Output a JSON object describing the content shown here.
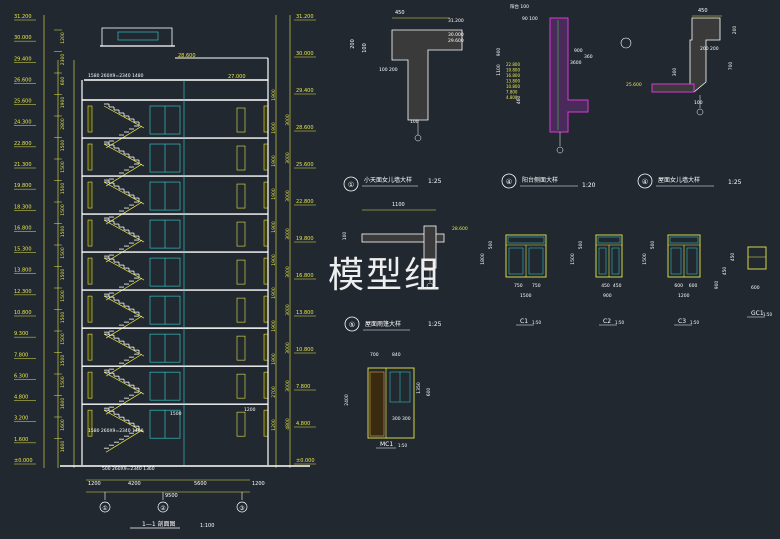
{
  "watermark": "模型组",
  "section": {
    "title": "1—1 剖面图",
    "scale": "1:100",
    "axes": [
      "①",
      "②",
      "③"
    ],
    "bottom_dims": [
      "1200",
      "4200",
      "5600",
      "1200"
    ],
    "bottom_total": "9500",
    "bottom_stair": "500 260X9=2340 1360",
    "stair_top_note": "1580 260X9=2340 1480",
    "stair_low_note": "1580 260X9=2340 1480",
    "left_elevations": [
      "31.200",
      "30.000",
      "29.400",
      "26.600",
      "25.600",
      "24.300",
      "22.800",
      "21.300",
      "19.800",
      "18.300",
      "16.800",
      "15.300",
      "13.800",
      "12.300",
      "10.800",
      "9.300",
      "7.800",
      "6.300",
      "4.800",
      "3.200",
      "1.600",
      "±0.000"
    ],
    "right_elevations": [
      "31.200",
      "30.000",
      "29.400",
      "28.600",
      "25.600",
      "22.800",
      "19.800",
      "16.800",
      "13.800",
      "10.800",
      "7.800",
      "4.800",
      "±0.000"
    ],
    "left_dims": [
      "1200",
      "2300",
      "600",
      "1900",
      "2800",
      "1500",
      "1500",
      "1500",
      "1500",
      "1500",
      "1500",
      "1500",
      "1500",
      "1500",
      "1500",
      "1500",
      "1500",
      "1600",
      "1600",
      "1600"
    ],
    "right_dims": [
      "1900",
      "1900",
      "1900",
      "1900",
      "1900",
      "1900",
      "1900",
      "1900",
      "1900",
      "2700",
      "1200"
    ],
    "right_floor_dims": [
      "3000",
      "3000",
      "3000",
      "3000",
      "3000",
      "3000",
      "3000",
      "3000",
      "4800"
    ],
    "annotations": [
      "28.600",
      "27.000",
      "1500",
      "1200"
    ]
  },
  "details": [
    {
      "num": "①",
      "title": "小天面女儿墙大样",
      "scale": "1:25",
      "dims": [
        "450",
        "200",
        "100",
        "31.200",
        "30.000",
        "29.600",
        "100 200",
        "100"
      ]
    },
    {
      "num": "④",
      "title": "阳台侧面大样",
      "scale": "1:20",
      "dims": [
        "阳台",
        "100",
        "90 100",
        "900",
        "1100",
        "22.800",
        "19.800",
        "16.800",
        "13.800",
        "10.800",
        "7.800",
        "4.800",
        "460",
        "900",
        "360",
        "3600"
      ]
    },
    {
      "num": "④",
      "title": "屋面女儿墙大样",
      "scale": "1:25",
      "dims": [
        "450",
        "25.600",
        "200",
        "200 200",
        "700",
        "300",
        "100"
      ]
    },
    {
      "num": "⑤",
      "title": "屋面雨篷大样",
      "scale": "1:25",
      "dims": [
        "1100",
        "28.600",
        "100"
      ]
    }
  ],
  "windows": [
    {
      "label": "C1",
      "scale": "1:50",
      "w": "1500",
      "parts": [
        "750",
        "750"
      ],
      "h": [
        "500",
        "1800"
      ]
    },
    {
      "label": "C2",
      "scale": "1:50",
      "w": "900",
      "parts": [
        "450",
        "450"
      ],
      "h": [
        "500",
        "1500"
      ]
    },
    {
      "label": "C3",
      "scale": "1:50",
      "w": "1200",
      "parts": [
        "600",
        "600"
      ],
      "h": [
        "500",
        "1500"
      ]
    },
    {
      "label": "GC1",
      "scale": "1:50",
      "w": "600",
      "parts": [],
      "h": [
        "450",
        "450",
        "900"
      ]
    }
  ],
  "door": {
    "label": "MC1",
    "scale": "1:50",
    "top": [
      "700",
      "840"
    ],
    "h": [
      "2400",
      "1350",
      "600"
    ],
    "bottom": "300 300"
  }
}
